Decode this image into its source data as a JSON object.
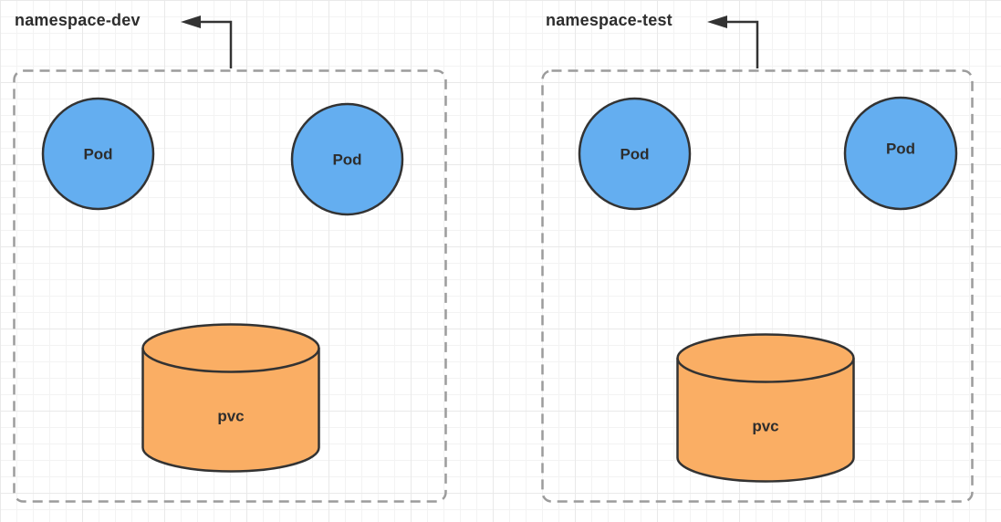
{
  "colors": {
    "background": "#ffffff",
    "grid_line_minor": "#f3f3f3",
    "grid_line_major": "#e9e9e9",
    "namespace_border": "#9c9c9c",
    "pod_fill": "#64aef0",
    "pod_stroke": "#333333",
    "pvc_fill": "#faae64",
    "pvc_stroke": "#333333",
    "arrow": "#333333",
    "text": "#2d2d2d"
  },
  "namespaces": [
    {
      "label": "namespace-dev",
      "pods": [
        {
          "label": "Pod"
        },
        {
          "label": "Pod"
        }
      ],
      "pvc": {
        "label": "pvc"
      }
    },
    {
      "label": "namespace-test",
      "pods": [
        {
          "label": "Pod"
        },
        {
          "label": "Pod"
        }
      ],
      "pvc": {
        "label": "pvc"
      }
    }
  ]
}
